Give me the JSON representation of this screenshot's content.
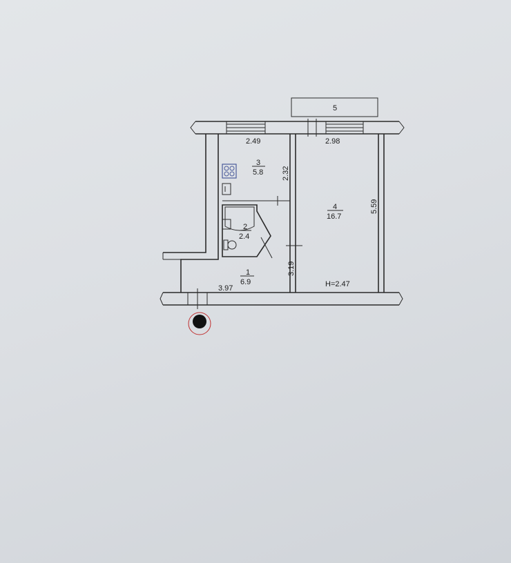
{
  "plan": {
    "balcony_label": "5",
    "height_label": "H=2.47",
    "rooms": [
      {
        "number": "1",
        "area": "6.9"
      },
      {
        "number": "2",
        "area": "2.4"
      },
      {
        "number": "3",
        "area": "5.8"
      },
      {
        "number": "4",
        "area": "16.7"
      }
    ],
    "dimensions": {
      "kitchen_width": "2.49",
      "room_width": "2.98",
      "kitchen_depth": "2.32",
      "room_depth": "5.59",
      "hall_depth": "3.19",
      "hall_width": "3.97"
    }
  },
  "colors": {
    "line": "#2a2a2a",
    "stove": "#4a5a9a",
    "marker_ring": "#c03030"
  },
  "icons": [
    "stove-icon",
    "sink-icon",
    "bathtub-icon",
    "toilet-icon",
    "entrance-marker-icon"
  ]
}
